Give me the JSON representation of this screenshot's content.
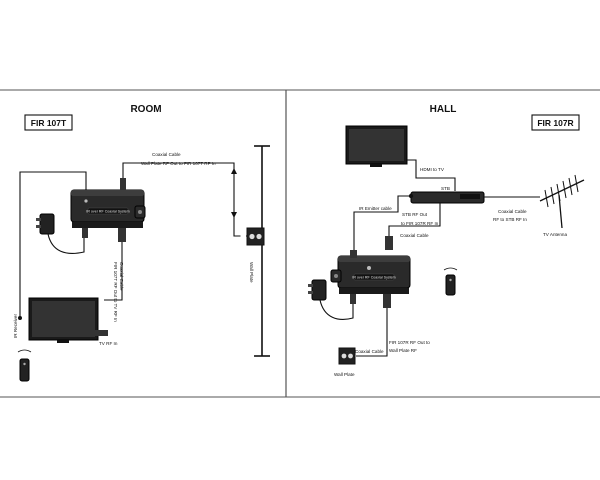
{
  "sections": {
    "room": "ROOM",
    "hall": "HALL"
  },
  "model_boxes": {
    "transmitter": "FIR 107T",
    "receiver": "FIR 107R"
  },
  "device_text": {
    "brand_front": "IR over RF Coaxial System"
  },
  "labels": {
    "room_coaxial_title": "Coaxial Cable",
    "room_coaxial_desc": "Wall Plate RF Out to FIR 107T RF In",
    "room_wall_plate": "Wall Plate",
    "room_rf_out_tv": "FIR 107T RF Out to TV RF In",
    "room_coaxial_cable": "Coaxial Cable",
    "room_tv_rf_in": "TV RF In",
    "room_ir_receiver": "IR Receiver",
    "hall_hdmi": "HDMI to TV",
    "hall_stb": "STB",
    "hall_ir_emitter": "IR Emitter cable",
    "hall_stb_rf_out": "STB RF Out",
    "hall_to_fir107r": "to FIR 107R RF In",
    "hall_coaxial_cable": "Coaxial Cable",
    "hall_coaxial_cable_right": "Coaxial Cable",
    "hall_rf_to_stb": "RF to STB RF In",
    "hall_tv_antenna": "TV Antenna",
    "hall_rf_out_line1": "FIR 107R RF Out to",
    "hall_rf_out_line2": "Wall Plate RF",
    "hall_coaxial_small": "Coaxial Cable",
    "hall_wall_plate": "Wall Plate"
  }
}
